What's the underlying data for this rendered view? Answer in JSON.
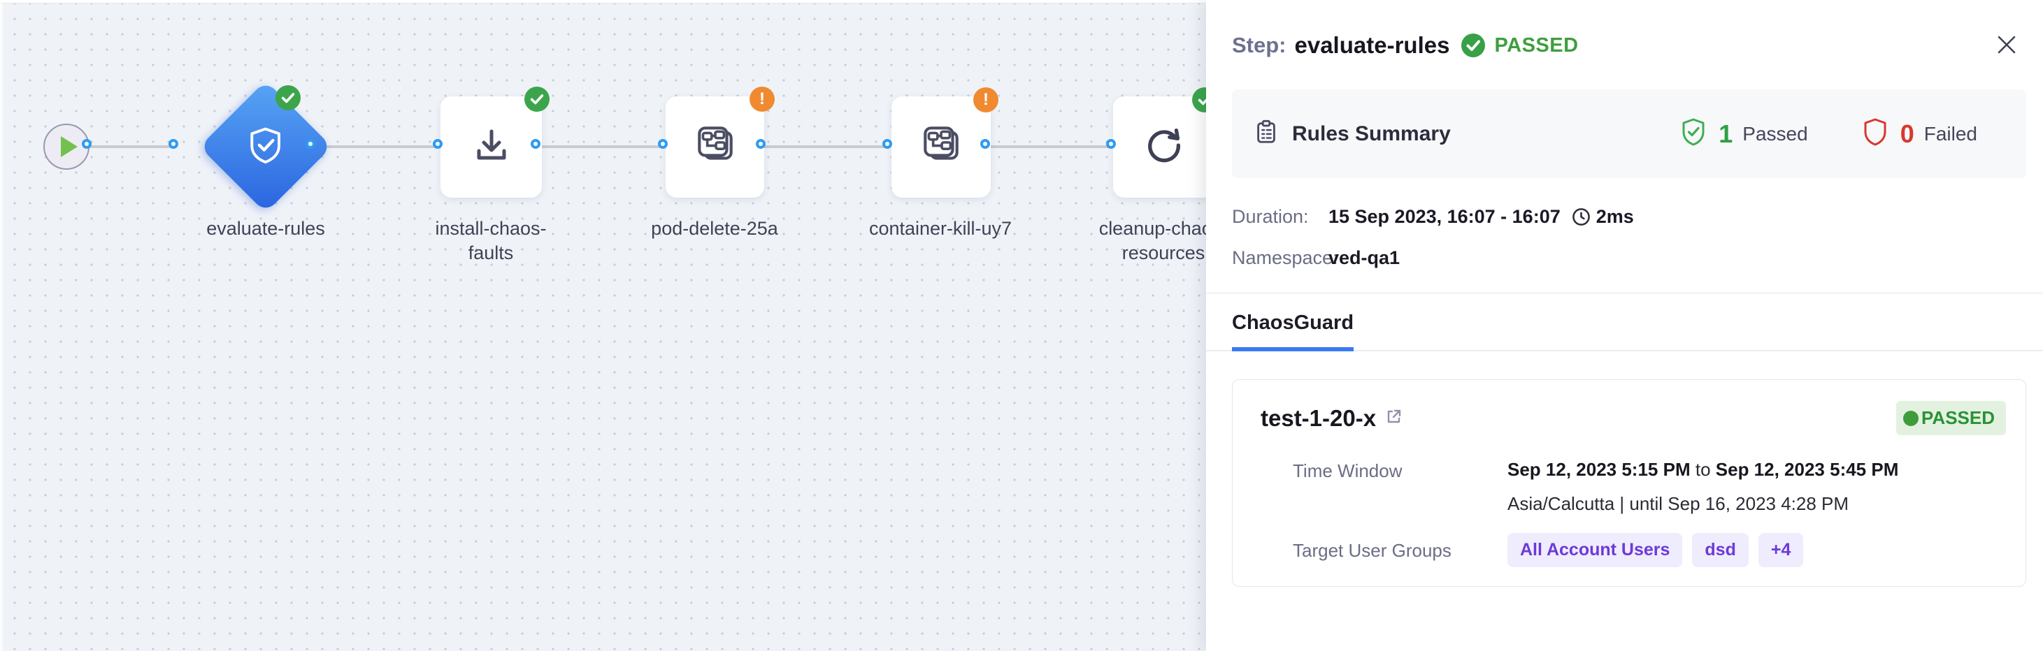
{
  "pipeline": {
    "start_node": {
      "icon": "play-icon"
    },
    "nodes": [
      {
        "label_line1": "evaluate-rules",
        "label_line2": "",
        "shape": "diamond",
        "icon": "shield-check-icon",
        "status": "passed"
      },
      {
        "label_line1": "install-chaos-",
        "label_line2": "faults",
        "shape": "card",
        "icon": "download-icon",
        "status": "passed"
      },
      {
        "label_line1": "pod-delete-25a",
        "label_line2": "",
        "shape": "card",
        "icon": "chaos-fault-icon",
        "status": "warning"
      },
      {
        "label_line1": "container-kill-uy7",
        "label_line2": "",
        "shape": "card",
        "icon": "chaos-fault-icon",
        "status": "warning"
      },
      {
        "label_line1": "cleanup-chaos-",
        "label_line2": "resources",
        "shape": "card",
        "icon": "retry-icon",
        "status": "passed"
      }
    ]
  },
  "panel": {
    "header": {
      "step_label": "Step:",
      "step_name": "evaluate-rules",
      "status": "PASSED"
    },
    "rules_summary": {
      "title": "Rules Summary",
      "passed_count": "1",
      "passed_label": "Passed",
      "failed_count": "0",
      "failed_label": "Failed"
    },
    "meta": {
      "duration_label": "Duration:",
      "duration_value": "15 Sep 2023, 16:07 - 16:07",
      "duration_time": "2ms",
      "namespace_label": "Namespace:",
      "namespace_value": "ved-qa1"
    },
    "tabs": {
      "chaosguard": "ChaosGuard"
    },
    "guard_card": {
      "name": "test-1-20-x",
      "status": "PASSED",
      "time_window_label": "Time Window",
      "window_start": "Sep 12, 2023 5:15 PM",
      "window_join": "to",
      "window_end": "Sep 12, 2023 5:45 PM",
      "window_tz": "Asia/Calcutta | until Sep 16, 2023 4:28 PM",
      "target_label": "Target User Groups",
      "groups": [
        "All Account Users",
        "dsd",
        "+4"
      ]
    }
  },
  "colors": {
    "passed_green": "#3ca54b",
    "status_text_green": "#3f9e3f",
    "failed_red": "#d8382e",
    "warning_orange": "#f08a30",
    "node_blue_gradient_start": "#58a5f5",
    "node_blue_gradient_end": "#2a64df",
    "port_blue": "#2f9bf3",
    "tab_underline_blue": "#3b79f2",
    "guard_purple": "#6c3ad8",
    "canvas_bg": "#eff3f8"
  }
}
